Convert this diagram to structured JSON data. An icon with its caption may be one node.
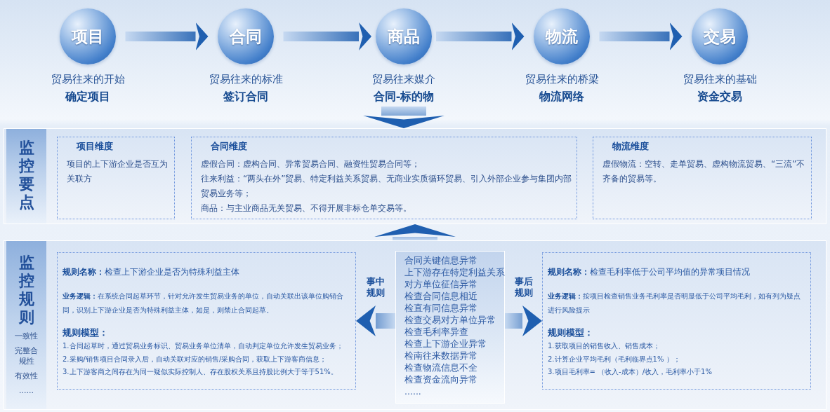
{
  "diagram": {
    "nodes": [
      {
        "text": [
          "项目"
        ],
        "beside": [
          "贸易往来的开始",
          "确定项目"
        ]
      },
      {
        "text": [
          "合同"
        ],
        "beside": [
          "贸易往来的标准",
          "签订合同"
        ]
      },
      {
        "text": [
          "商品"
        ],
        "beside": [
          "贸易往来媒介",
          "合同-标的物"
        ]
      },
      {
        "text": [
          "物流"
        ],
        "beside": [
          "贸易往来的桥梁",
          "物流网络"
        ]
      },
      {
        "text": [
          "交易"
        ],
        "beside": [
          "贸易往来的基础",
          "资金交易"
        ]
      },
      {
        "text": [
          "监控要点"
        ]
      },
      {
        "text": [
          "项目维度",
          "项目的上下游企业是否互为关联方"
        ],
        "in": 5
      },
      {
        "text": [
          "合同维度",
          "虚假合同：虚构合同、异常贸易合同、融资性贸易合同等；",
          "往来利益：“两头在外”贸易、特定利益关系贸易、无商业实质循环贸易、引入外部企业参与集团内部贸易业务等；",
          "商品：与主业商品无关贸易、不得开展非标仓单交易等。"
        ],
        "in": 5
      },
      {
        "text": [
          "物流维度",
          "虚假物流：空转、走单贸易、虚构物流贸易、“三流”不齐备的贸易等。"
        ],
        "in": 5
      },
      {
        "text": [
          "监控规则",
          "一致性",
          "完整合规性",
          "有效性",
          "......"
        ]
      },
      {
        "text": [
          "**规则名称：**检查上下游企业是否为特殊利益主体",
          "**业务逻辑：**在系统合同起草环节，针对允许发生贸易业务的单位，自动关联出该单位购销合同，识别上下游企业是否为特殊利益主体，如是，则禁止合同起草。",
          "规则模型：",
          "1.合同起草时，通过贸易业务标识、贸易业务单位清单，自动判定单位允许发生贸易业务；",
          "2.采购/销售项目合同录入后，自动关联对应的销售/采购合同，获取上下游客商信息；",
          "3.上下游客商之间存在为同一疑似实际控制人、存在股权关系且持股比例大于等于51%。"
        ],
        "in": 9
      },
      {
        "text": [
          "合同关键信息异常",
          "上下游存在特定利益关系",
          "对方单位征信异常",
          "检查合同信息相近",
          "检直有同信息异常",
          "检查交易对方单位异常",
          "检查毛利率异查",
          "检查上下游企业异常",
          "检南往来数据异常",
          "检查物流信息不全",
          "检查资金流向异常",
          "......"
        ],
        "in": 9
      },
      {
        "text": [
          "**规则名称：**检查毛利率低于公司平均值的异常项目情况",
          "**业务逻辑：**按项目检查销售业务毛利率是否明显低于公司平均毛利，如有列为疑点进行风险提示",
          "规则模型：",
          "1.获取项目的销售收入、销售成本；",
          "2.计算企业平均毛利（毛利临界点1% ）；",
          "3.项目毛利率= （收入-成本）/收入，毛利率小于1%"
        ],
        "in": 9
      }
    ],
    "edges": [
      {
        "from": 0,
        "to": 1,
        "arrow": "to"
      },
      {
        "from": 1,
        "to": 2,
        "arrow": "to"
      },
      {
        "from": 2,
        "to": 3,
        "arrow": "to"
      },
      {
        "from": 3,
        "to": 4,
        "arrow": "to"
      },
      {
        "from": 2,
        "to": 5,
        "arrow": "to"
      },
      {
        "from": 9,
        "to": 5,
        "arrow": "to"
      },
      {
        "from": 11,
        "to": 10,
        "arrow": "to",
        "label": "事中规则"
      },
      {
        "from": 11,
        "to": 12,
        "arrow": "to",
        "label": "事后规则"
      }
    ]
  }
}
